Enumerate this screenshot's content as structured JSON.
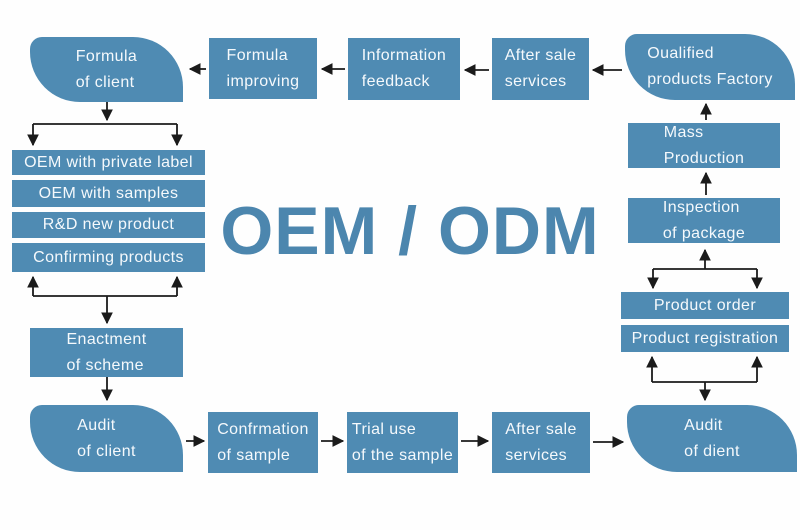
{
  "title": {
    "text": "OEM / ODM"
  },
  "colors": {
    "box": "#4f8bb3",
    "box-text": "#f5f9fc",
    "arrow": "#1b1b1b",
    "title": "#4c86ae",
    "bg": "#fefefe"
  },
  "nodes": {
    "formula_client": {
      "line1": "Formula",
      "line2": "of client"
    },
    "formula_improving": {
      "line1": "Formula",
      "line2": "improving"
    },
    "information_feedback": {
      "line1": "Information",
      "line2": "feedback"
    },
    "after_sale_top": {
      "line1": "After sale",
      "line2": "services"
    },
    "qualified_factory": {
      "line1": "Oualified",
      "line2": "products Factory"
    },
    "oem_private_label": {
      "line1": "OEM with private label"
    },
    "oem_samples": {
      "line1": "OEM with samples"
    },
    "rd_new_product": {
      "line1": "R&D new product"
    },
    "confirming_products": {
      "line1": "Confirming products"
    },
    "mass_production": {
      "line1": "Mass",
      "line2": "Production"
    },
    "inspection_package": {
      "line1": "Inspection",
      "line2": "of package"
    },
    "product_order": {
      "line1": "Product order"
    },
    "product_registration": {
      "line1": "Product registration"
    },
    "enactment_scheme": {
      "line1": "Enactment",
      "line2": "of scheme"
    },
    "audit_client": {
      "line1": "Audit",
      "line2": "of client"
    },
    "confrmation_sample": {
      "line1": "Confrmation",
      "line2": "of sample"
    },
    "trial_use_sample": {
      "line1": "Trial use",
      "line2": "of the sample"
    },
    "after_sale_bottom": {
      "line1": "After sale",
      "line2": "services"
    },
    "audit_dient": {
      "line1": "Audit",
      "line2": "of dient"
    }
  }
}
